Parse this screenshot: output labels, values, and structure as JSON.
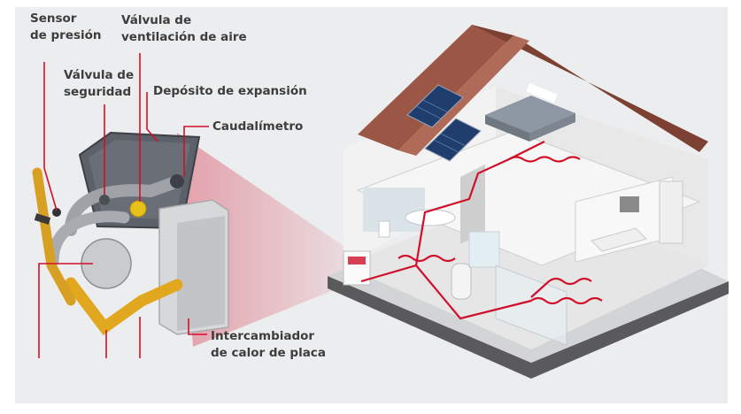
{
  "labels": {
    "pressure_sensor": [
      "Sensor",
      "de presión"
    ],
    "air_vent_valve": [
      "Válvula de",
      "ventilación de aire"
    ],
    "safety_valve": [
      "Válvula de",
      "seguridad"
    ],
    "expansion_tank": "Depósito de expansión",
    "flow_meter": "Caudalímetro",
    "plate_heat_exchanger": [
      "Intercambiador",
      "de calor de placa"
    ]
  },
  "colors": {
    "accent": "#d0102b",
    "panel_bg": "#ecedee",
    "roof": "#8b4a3c",
    "label_text": "#3d3d3d",
    "leader_line": "#d0102b"
  }
}
